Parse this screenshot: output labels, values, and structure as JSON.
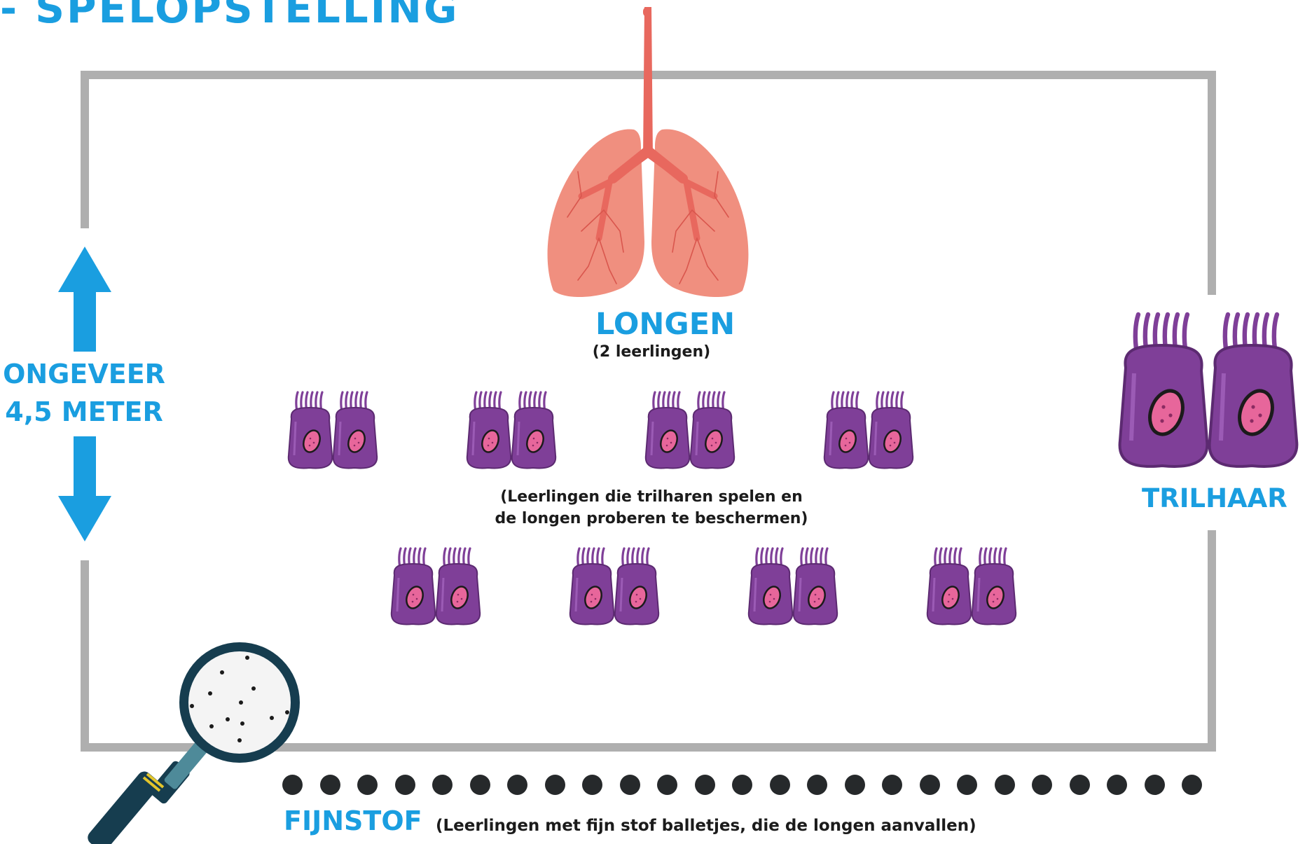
{
  "title": "- spelopstelling",
  "lungs": {
    "label": "Longen",
    "count_note": "(2 leerlingen)"
  },
  "cilia_players": {
    "description_line1": "(Leerlingen die trilharen spelen en",
    "description_line2": "de longen proberen te beschermen)"
  },
  "measurement": {
    "line1": "ongeveer",
    "line2": "4,5 meter"
  },
  "legend": {
    "trilhaar_label": "Trilhaar"
  },
  "fine_dust": {
    "label": "Fijnstof",
    "description": "(Leerlingen met fijn stof balletjes, die de longen aanvallen)",
    "ball_count": 25
  },
  "colors": {
    "accent_blue": "#1a9ee0",
    "field_gray": "#afafaf",
    "cell_purple": "#7f3f98",
    "nucleus_pink": "#e7669b",
    "lung_pink": "#f08f7f",
    "dust_dark": "#26292b"
  }
}
